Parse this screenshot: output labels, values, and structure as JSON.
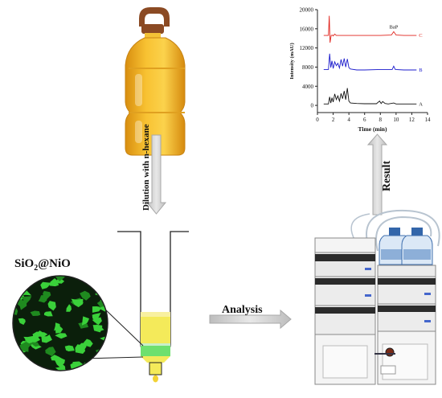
{
  "labels": {
    "dilution": "Dilution with n-hexane",
    "result": "Result",
    "analysis": "Analysis",
    "sorbent_main": "SiO",
    "sorbent_sub": "2",
    "sorbent_tail": "@NiO"
  },
  "colors": {
    "oil": "#f2b21a",
    "cap": "#8b4a23",
    "particles": "#3ad13a",
    "sorbent_band": "#6ee06e",
    "arrow": "#cfcfcf"
  },
  "chart_data": {
    "type": "line",
    "xlabel": "Time (min)",
    "ylabel": "Intensity (mAU)",
    "xlim": [
      0,
      14
    ],
    "ylim": [
      -1500,
      20000
    ],
    "xticks": [
      0,
      2,
      4,
      6,
      8,
      10,
      12,
      14
    ],
    "yticks": [
      0,
      4000,
      8000,
      12000,
      16000,
      20000
    ],
    "annotation": {
      "text": "BaP",
      "x": 9.7,
      "y": 15900
    },
    "series": [
      {
        "name": "A",
        "color": "#111111",
        "x": [
          0.8,
          1.4,
          1.55,
          1.7,
          1.85,
          2.0,
          2.2,
          2.4,
          2.6,
          2.8,
          3.0,
          3.2,
          3.4,
          3.6,
          3.8,
          4.0,
          4.2,
          5.0,
          6.0,
          7.5,
          7.9,
          8.1,
          8.3,
          8.6,
          9.0,
          9.7,
          10.0,
          11.0,
          12.0,
          12.6
        ],
        "y": [
          300,
          300,
          1800,
          500,
          1600,
          700,
          2400,
          1200,
          2000,
          900,
          2500,
          1400,
          3000,
          1200,
          3600,
          900,
          500,
          400,
          350,
          350,
          900,
          400,
          800,
          400,
          300,
          500,
          300,
          300,
          300,
          300
        ]
      },
      {
        "name": "B",
        "color": "#1a1acc",
        "x": [
          0.8,
          1.4,
          1.55,
          1.7,
          1.85,
          2.0,
          2.2,
          2.4,
          2.6,
          2.8,
          3.0,
          3.2,
          3.4,
          3.6,
          3.8,
          4.0,
          4.2,
          5.0,
          6.0,
          8.0,
          9.5,
          9.7,
          9.9,
          11.0,
          12.0,
          12.6
        ],
        "y": [
          7500,
          7500,
          10800,
          7900,
          9300,
          7700,
          9100,
          8300,
          8800,
          7800,
          9600,
          8200,
          9800,
          8000,
          9700,
          7900,
          7600,
          7400,
          7400,
          7500,
          7500,
          8200,
          7500,
          7400,
          7400,
          7400
        ]
      },
      {
        "name": "C",
        "color": "#e0231c",
        "x": [
          0.8,
          1.4,
          1.5,
          1.6,
          1.75,
          1.9,
          2.0,
          2.2,
          2.4,
          3.0,
          5.0,
          8.0,
          9.4,
          9.7,
          10.0,
          11.0,
          12.0,
          12.6
        ],
        "y": [
          14600,
          14600,
          18700,
          13100,
          14600,
          14700,
          14500,
          14900,
          14600,
          14600,
          14600,
          14600,
          14700,
          15400,
          14700,
          14600,
          14600,
          14600
        ]
      }
    ]
  }
}
